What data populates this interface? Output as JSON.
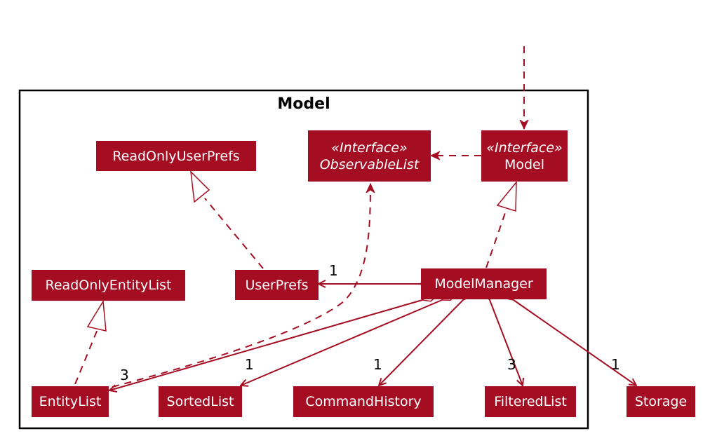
{
  "package": {
    "title": "Model"
  },
  "nodes": {
    "readonly_user_prefs": {
      "name": "ReadOnlyUserPrefs"
    },
    "observable_list": {
      "stereotype": "«Interface»",
      "name": "ObservableList"
    },
    "model": {
      "stereotype": "«Interface»",
      "name": "Model"
    },
    "readonly_entity_list": {
      "name": "ReadOnlyEntityList"
    },
    "user_prefs": {
      "name": "UserPrefs"
    },
    "model_manager": {
      "name": "ModelManager"
    },
    "entity_list": {
      "name": "EntityList"
    },
    "sorted_list": {
      "name": "SortedList"
    },
    "command_history": {
      "name": "CommandHistory"
    },
    "filtered_list": {
      "name": "FilteredList"
    },
    "storage": {
      "name": "Storage"
    }
  },
  "multiplicities": {
    "user_prefs": "1",
    "entity_list": "3",
    "sorted_list": "1",
    "command_history": "1",
    "filtered_list": "3",
    "storage": "1"
  },
  "colors": {
    "node_fill": "#a50e22",
    "edge": "#a50e22",
    "text": "#ffffff"
  }
}
